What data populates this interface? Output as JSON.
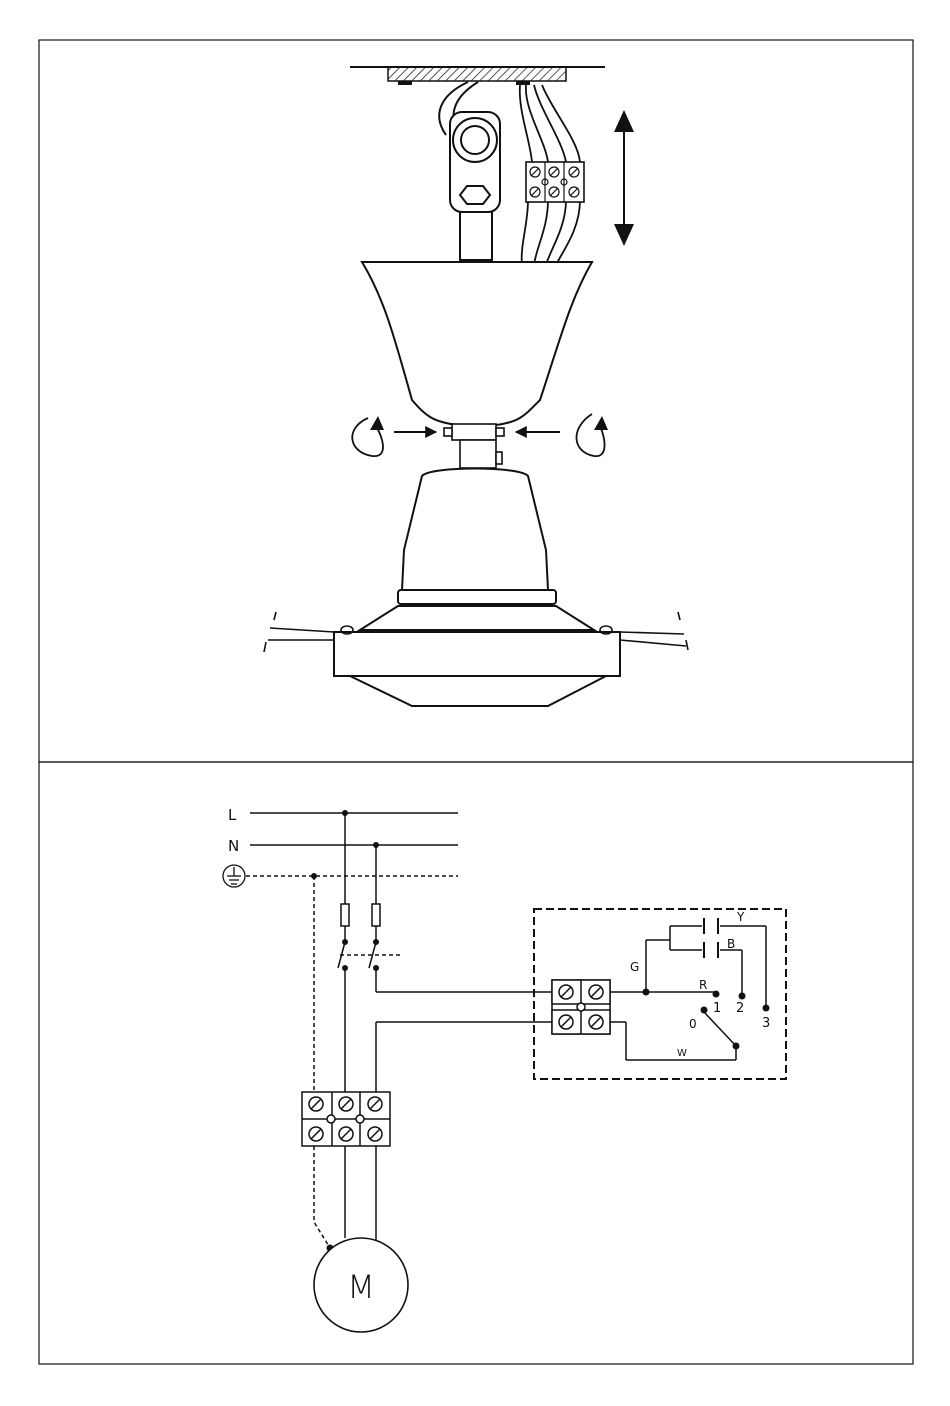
{
  "colors": {
    "ink": "#111111",
    "paper": "#ffffff"
  },
  "installation": {
    "icons": [
      "ceiling-plate-icon",
      "mounting-bracket-icon",
      "terminal-block-icon",
      "up-down-arrow-icon",
      "canopy-icon",
      "rotate-icon",
      "push-arrow-icon",
      "motor-housing-icon"
    ]
  },
  "wiring": {
    "line_label": "L",
    "neutral_label": "N",
    "earth_icon": "earth-ground-icon",
    "wire_g": "G",
    "wire_y": "Y",
    "wire_b": "B",
    "wire_r": "R",
    "wire_w": "W",
    "pos_0": "0",
    "pos_1": "1",
    "pos_2": "2",
    "pos_3": "3",
    "motor_label": "M"
  }
}
